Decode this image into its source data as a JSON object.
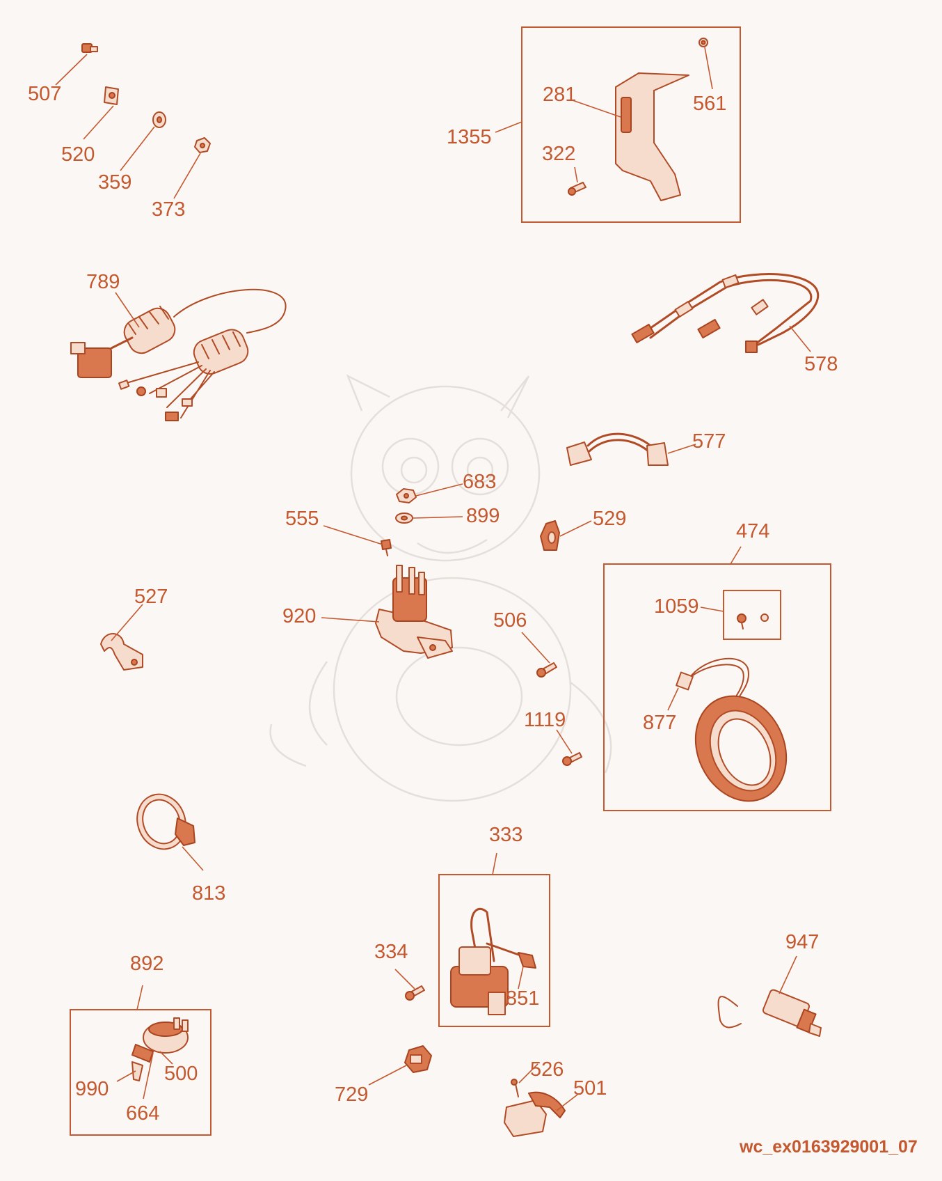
{
  "colors": {
    "accent": "#c4582f",
    "background": "#faf7f4",
    "watermark": "#e4dfda"
  },
  "callouts": {
    "c507": "507",
    "c520": "520",
    "c359": "359",
    "c373": "373",
    "c1355": "1355",
    "c281": "281",
    "c561": "561",
    "c322": "322",
    "c789": "789",
    "c578": "578",
    "c577": "577",
    "c683": "683",
    "c899": "899",
    "c555": "555",
    "c529": "529",
    "c474": "474",
    "c1059": "1059",
    "c877": "877",
    "c527": "527",
    "c920": "920",
    "c506": "506",
    "c1119": "1119",
    "c813": "813",
    "c333": "333",
    "c334": "334",
    "c851": "851",
    "c947": "947",
    "c892": "892",
    "c990": "990",
    "c500": "500",
    "c664": "664",
    "c729": "729",
    "c526": "526",
    "c501": "501"
  },
  "doc_id": "wc_ex0163929001_07"
}
